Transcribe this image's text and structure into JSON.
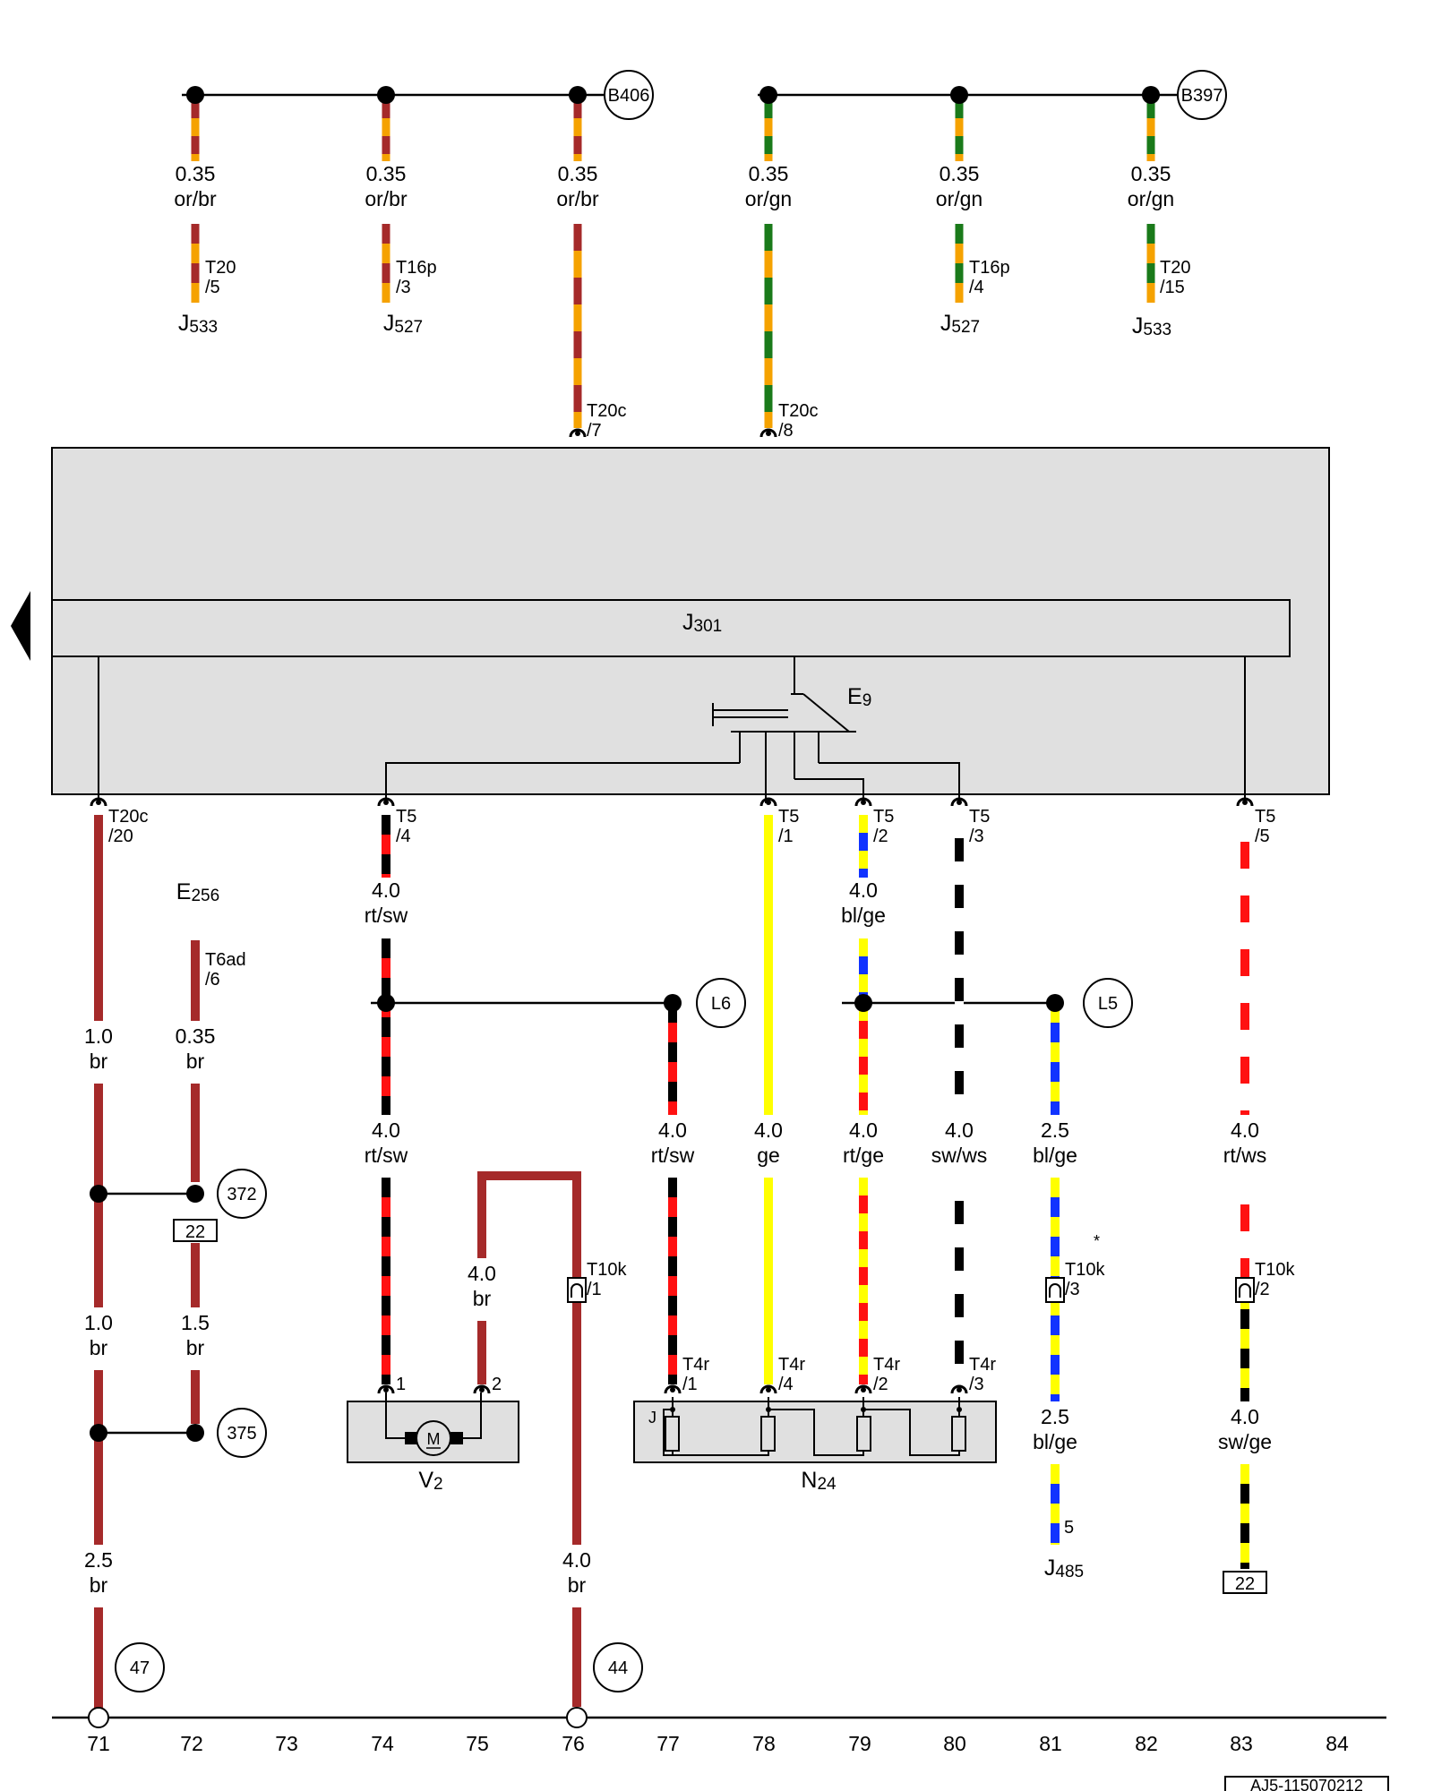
{
  "colors": {
    "or": "#f5a200",
    "br": "#a52a2a",
    "gn": "#1a7a1a",
    "rt": "#ff1111",
    "sw": "#000000",
    "ge": "#ffff00",
    "bl": "#1133ff",
    "ws": "#ffffff",
    "module_fill": "#e0e0e0"
  },
  "wire_labels": {
    "w1": {
      "size": "0.35",
      "color": "or/br"
    },
    "w2": {
      "size": "0.35",
      "color": "or/br"
    },
    "w3": {
      "size": "0.35",
      "color": "or/br"
    },
    "w4": {
      "size": "0.35",
      "color": "or/gn"
    },
    "w5": {
      "size": "0.35",
      "color": "or/gn"
    },
    "w6": {
      "size": "0.35",
      "color": "or/gn"
    },
    "w7": {
      "size": "1.0",
      "color": "br"
    },
    "w8": {
      "size": "0.35",
      "color": "br"
    },
    "w9": {
      "size": "1.0",
      "color": "br"
    },
    "w10": {
      "size": "1.5",
      "color": "br"
    },
    "w11": {
      "size": "2.5",
      "color": "br"
    },
    "w12": {
      "size": "4.0",
      "color": "rt/sw"
    },
    "w13": {
      "size": "4.0",
      "color": "rt/sw"
    },
    "w14": {
      "size": "4.0",
      "color": "br"
    },
    "w15": {
      "size": "4.0",
      "color": "br"
    },
    "w16": {
      "size": "4.0",
      "color": "rt/sw"
    },
    "w17": {
      "size": "4.0",
      "color": "ge"
    },
    "w18": {
      "size": "4.0",
      "color": "bl/ge"
    },
    "w19": {
      "size": "4.0",
      "color": "rt/ge"
    },
    "w20": {
      "size": "4.0",
      "color": "sw/ws"
    },
    "w21": {
      "size": "2.5",
      "color": "bl/ge"
    },
    "w22": {
      "size": "2.5",
      "color": "bl/ge"
    },
    "w23": {
      "size": "4.0",
      "color": "rt/ws"
    },
    "w24": {
      "size": "4.0",
      "color": "sw/ge"
    }
  },
  "connector_pins": {
    "c1": {
      "name": "T20",
      "pin": "/5"
    },
    "c2": {
      "name": "T16p",
      "pin": "/3"
    },
    "c3": {
      "name": "T16p",
      "pin": "/4"
    },
    "c4": {
      "name": "T20",
      "pin": "/15"
    },
    "c5": {
      "name": "T20c",
      "pin": "/7"
    },
    "c6": {
      "name": "T20c",
      "pin": "/8"
    },
    "c7": {
      "name": "T20c",
      "pin": "/20"
    },
    "c8": {
      "name": "T5",
      "pin": "/4"
    },
    "c9": {
      "name": "T5",
      "pin": "/1"
    },
    "c10": {
      "name": "T5",
      "pin": "/2"
    },
    "c11": {
      "name": "T5",
      "pin": "/3"
    },
    "c12": {
      "name": "T5",
      "pin": "/5"
    },
    "c13": {
      "name": "T6ad",
      "pin": "/6"
    },
    "c14": {
      "name": "T10k",
      "pin": "/1"
    },
    "c15": {
      "name": "T10k",
      "pin": "/3"
    },
    "c16": {
      "name": "T10k",
      "pin": "/2"
    },
    "c17": {
      "name": "T4r",
      "pin": "/1"
    },
    "c18": {
      "name": "T4r",
      "pin": "/4"
    },
    "c19": {
      "name": "T4r",
      "pin": "/2"
    },
    "c20": {
      "name": "T4r",
      "pin": "/3"
    }
  },
  "motor_pins": {
    "p1": "1",
    "p2": "2"
  },
  "motor_symbol": "M",
  "j485_pin": "5",
  "components": {
    "J533a": {
      "letter": "J",
      "num": "533"
    },
    "J527a": {
      "letter": "J",
      "num": "527"
    },
    "J527b": {
      "letter": "J",
      "num": "527"
    },
    "J533b": {
      "letter": "J",
      "num": "533"
    },
    "J301": {
      "letter": "J",
      "num": "301"
    },
    "E9": {
      "letter": "E",
      "num": "9"
    },
    "E256": {
      "letter": "E",
      "num": "256"
    },
    "V2": {
      "letter": "V",
      "num": "2"
    },
    "N24": {
      "letter": "N",
      "num": "24"
    },
    "J485": {
      "letter": "J",
      "num": "485"
    }
  },
  "n24_inner_label": "J",
  "circle_refs": {
    "B406": "B406",
    "B397": "B397",
    "L6": "L6",
    "L5": "L5",
    "r372": "372",
    "r375": "375",
    "r47": "47",
    "r44": "44"
  },
  "box_refs": {
    "b1": "22",
    "b2": "22"
  },
  "asterisk": "*",
  "columns": [
    "71",
    "72",
    "73",
    "74",
    "75",
    "76",
    "77",
    "78",
    "79",
    "80",
    "81",
    "82",
    "83",
    "84"
  ],
  "footer_code": "AJ5-115070212"
}
